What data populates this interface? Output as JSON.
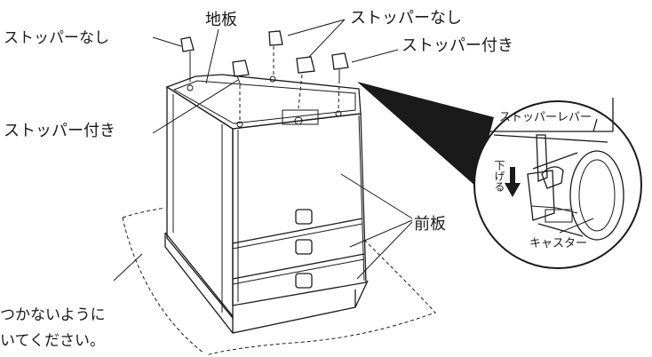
{
  "labels": {
    "stopper_none_left": "ストッパーなし",
    "base_board": "地板",
    "stopper_none_top": "ストッパーなし",
    "stopper_with_right": "ストッパー付き",
    "stopper_with_left": "ストッパー付き",
    "front_board": "前板",
    "stopper_lever": "ストッパーレバー",
    "lower_vertical": "下げる",
    "caster": "キャスター",
    "note_line1": "つかないように",
    "note_line2": "いてください。"
  },
  "colors": {
    "ink": "#1a1a1a",
    "paper": "#ffffff",
    "wedge": "#1a1a1a"
  },
  "icons": {
    "arrow": "arrow-down-icon"
  }
}
